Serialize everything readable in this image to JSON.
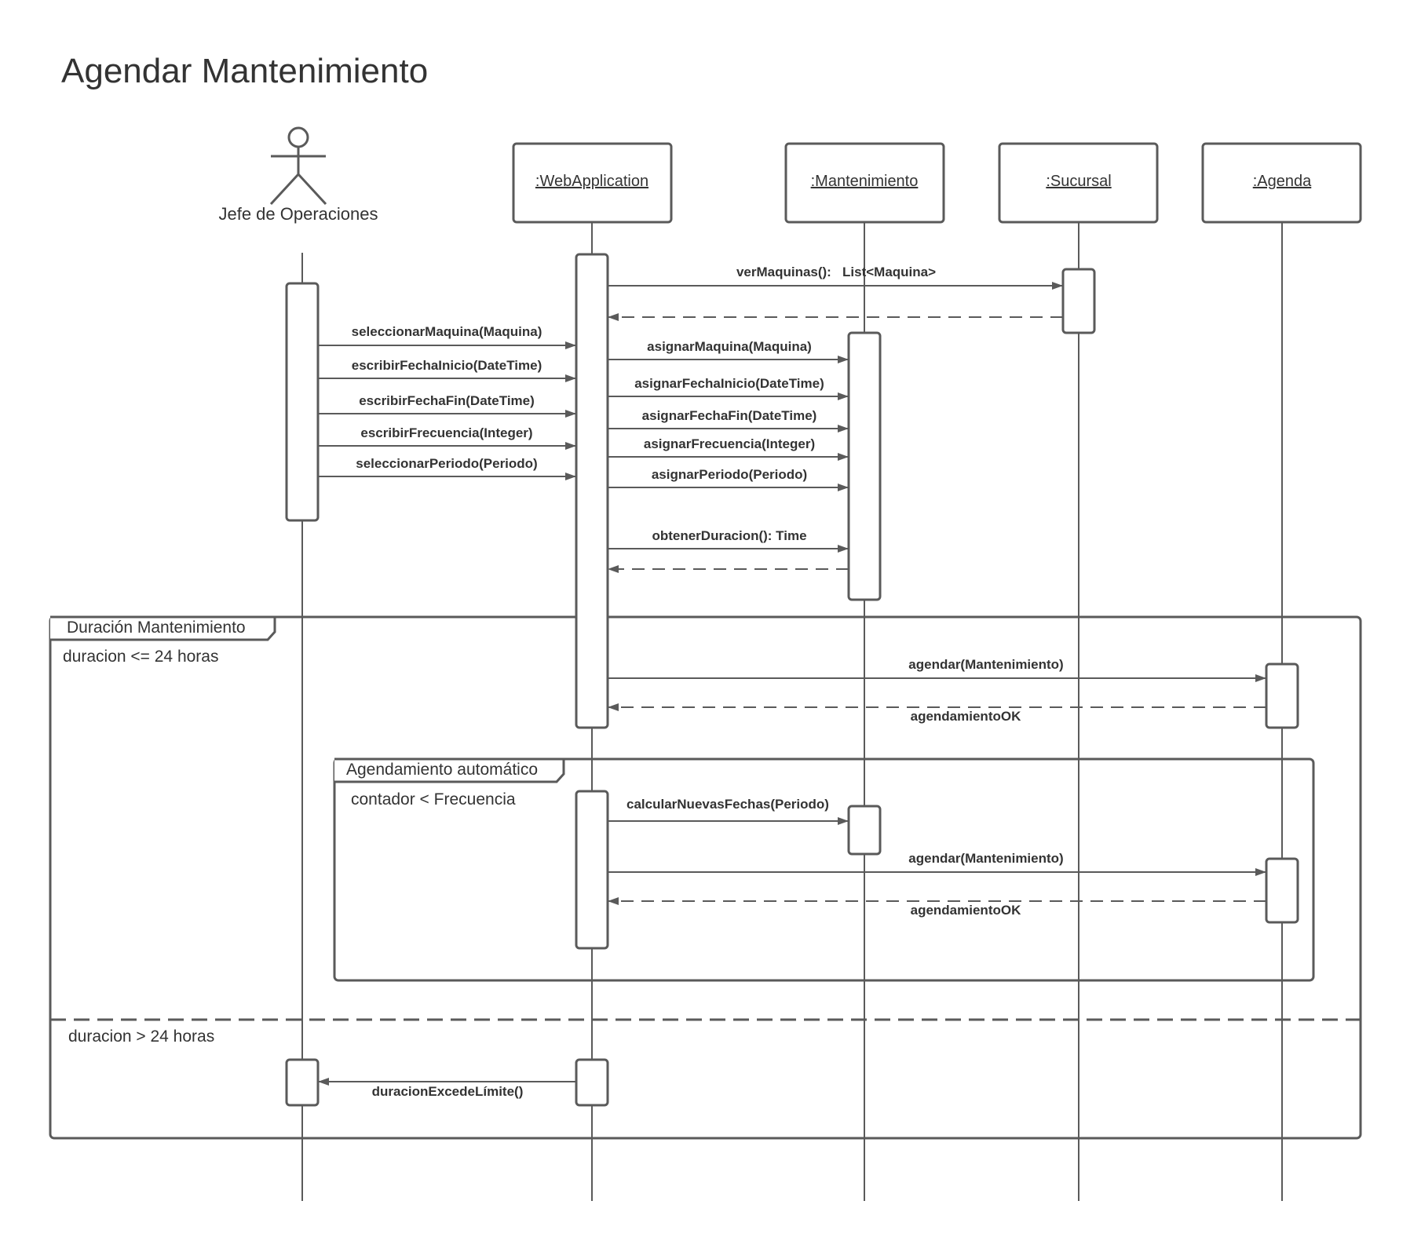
{
  "title": "Agendar Mantenimiento",
  "actor": {
    "label": "Jefe de Operaciones"
  },
  "objects": {
    "webapp": ":WebApplication",
    "mantenimiento": ":Mantenimiento",
    "sucursal": ":Sucursal",
    "agenda": ":Agenda"
  },
  "messages": {
    "m1": "verMaquinas():   List<Maquina>",
    "m2": "seleccionarMaquina(Maquina)",
    "m3": "escribirFechaInicio(DateTime)",
    "m4": "escribirFechaFin(DateTime)",
    "m5": "escribirFrecuencia(Integer)",
    "m6": "seleccionarPeriodo(Periodo)",
    "m7": "asignarMaquina(Maquina)",
    "m8": "asignarFechaInicio(DateTime)",
    "m9": "asignarFechaFin(DateTime)",
    "m10": "asignarFrecuencia(Integer)",
    "m11": "asignarPeriodo(Periodo)",
    "m12": "obtenerDuracion(): Time",
    "m13": "agendar(Mantenimiento)",
    "m14": "agendamientoOK",
    "m15": "calcularNuevasFechas(Periodo)",
    "m16": "agendar(Mantenimiento)",
    "m17": "agendamientoOK",
    "m18": "duracionExcedeLímite()"
  },
  "frames": {
    "outer": {
      "label": "Duración Mantenimiento",
      "guard1": "duracion <= 24 horas",
      "guard2": "duracion > 24 horas"
    },
    "inner": {
      "label": "Agendamiento automático",
      "guard": "contador < Frecuencia"
    }
  },
  "colors": {
    "stroke": "#5a5a5a",
    "text": "#333333",
    "background": "#ffffff"
  }
}
